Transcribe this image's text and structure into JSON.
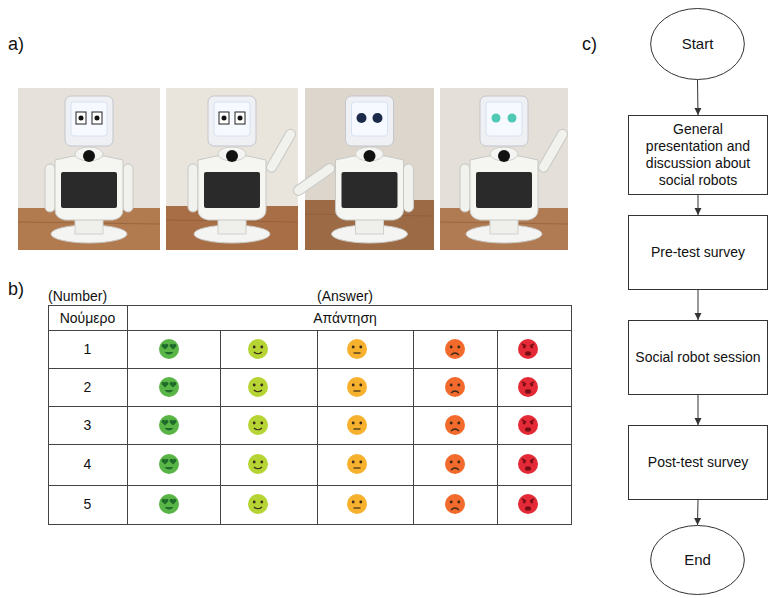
{
  "diagram": {
    "nodes": [
      {
        "text": [
          "Start"
        ]
      },
      {
        "text": [
          "General presentation and discussion about social robots"
        ]
      },
      {
        "text": [
          "Pre-test survey"
        ]
      },
      {
        "text": [
          "Social robot session"
        ]
      },
      {
        "text": [
          "Post-test survey"
        ]
      },
      {
        "text": [
          "End"
        ]
      }
    ],
    "edges": [
      {
        "from": 0,
        "to": 1,
        "arrow": "to"
      },
      {
        "from": 1,
        "to": 2,
        "arrow": "to"
      },
      {
        "from": 2,
        "to": 3,
        "arrow": "to"
      },
      {
        "from": 3,
        "to": 4,
        "arrow": "to"
      },
      {
        "from": 4,
        "to": 5,
        "arrow": "to"
      }
    ],
    "labels": [
      "a)",
      "b)",
      "c)",
      "(Number)",
      "(Answer)",
      "Νούμερο",
      "Απάντηση",
      "1",
      "2",
      "3",
      "4",
      "5"
    ]
  }
}
